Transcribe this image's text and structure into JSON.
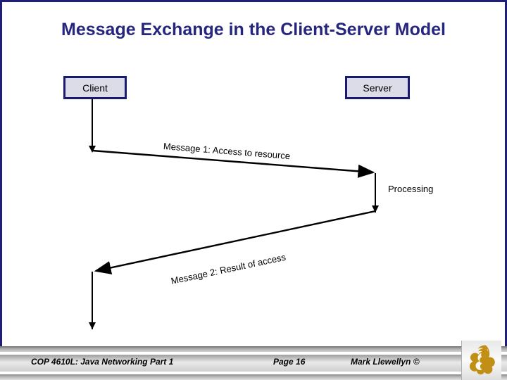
{
  "slide": {
    "title": "Message Exchange in the Client-Server Model",
    "title_color": "#26267f",
    "border_color": "#1a1a6e",
    "background": "#ffffff"
  },
  "diagram": {
    "nodes": [
      {
        "id": "client",
        "label": "Client",
        "fill": "#dcdce8",
        "border": "#1a1a6e"
      },
      {
        "id": "server",
        "label": "Server",
        "fill": "#dcdce8",
        "border": "#1a1a6e"
      }
    ],
    "messages": [
      {
        "id": "message-1",
        "label": "Message 1: Access to resource",
        "from": "client",
        "to": "server",
        "direction": "right",
        "rotation_deg": 4.5
      },
      {
        "id": "message-2",
        "label": "Message 2: Result of access",
        "from": "server",
        "to": "client",
        "direction": "left",
        "rotation_deg": -12
      }
    ],
    "annotations": [
      {
        "id": "processing",
        "label": "Processing"
      }
    ]
  },
  "footer": {
    "course": "COP 4610L: Java Networking Part 1",
    "page": "Page 16",
    "author": "Mark Llewellyn ©",
    "logo_name": "pegasus-logo",
    "logo_color": "#c28f16"
  }
}
